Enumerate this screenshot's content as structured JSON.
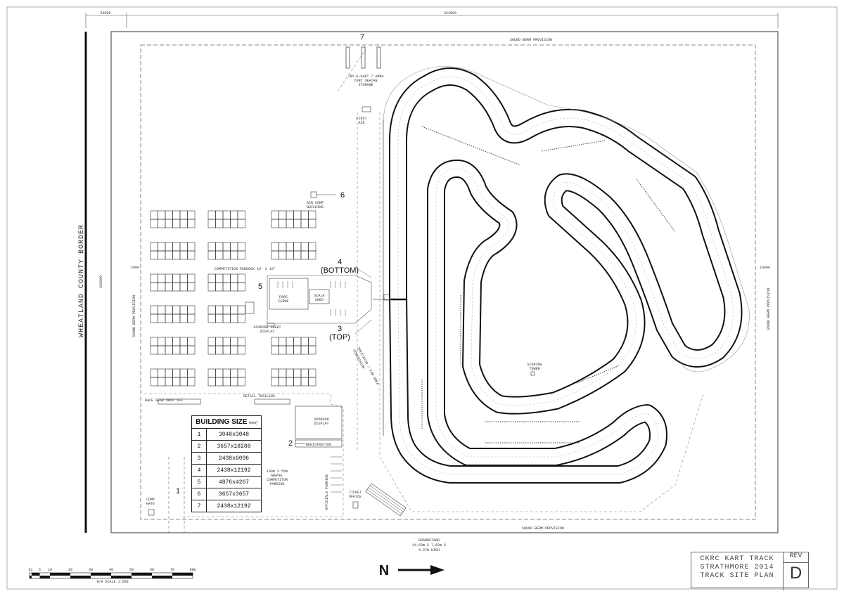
{
  "dimensions": {
    "top_left": "20000",
    "top_main": "324000",
    "left_height": "250000",
    "left_gap": "2000",
    "right_gap": "10000"
  },
  "border_labels": {
    "county_border": "WHEATLAND COUNTY BORDER",
    "sound_berm_top": "SOUND BERM PROVISION",
    "sound_berm_left": "SOUND BERM PROVISION",
    "sound_berm_right": "SOUND BERM PROVISION",
    "sound_berm_bottom": "SOUND BERM PROVISION"
  },
  "buildings": {
    "n1": "1",
    "n2": "2",
    "n3": "3",
    "n4": "4",
    "n5": "5",
    "n6": "6",
    "n7": "7",
    "top": "(TOP)",
    "bottom": "(BOTTOM)",
    "storage": "TRY-A-KART / AMRA\nCKRC SEACAN\nSTORAGE",
    "first_aid": "FIRST\nAID",
    "air_comp": "AIR COMP\nBUILDING",
    "parc_ferme": "PARC\nFERME",
    "scale_shed": "SCALE\nSHED",
    "scoring_sheet": "SCORING SHEET\nDISPLAY",
    "competition_paddock": "COMPETITION PADDOCK 10' X 10'",
    "retail_trailers": "RETAIL TRAILERS",
    "race_gear": "RACE GEAR DROP OFF",
    "sponsor": "SPONSOR\nDISPLAY",
    "registration": "REGISTRATION",
    "gravel_parking": "100m X 55m\nGRAVEL\nCOMPETITOR\nPARKING",
    "officials_parking": "OFFICIALS PARKING",
    "ticket_office": "TICKET\nOFFICE",
    "comp_gate": "COMP\nGATE",
    "grandstand": "GRANDSTAND\n14.63m X 7.62m X\n4.27m HIGH",
    "spectator_area": "SPECTATOR / FAN AREA\nCONCESSION",
    "scoring_tower": "SCORING\nTOWER"
  },
  "size_table": {
    "title": "BUILDING SIZE",
    "unit": "(mm)",
    "rows": [
      {
        "n": "1",
        "size": "3048x3048"
      },
      {
        "n": "2",
        "size": "3657x18288"
      },
      {
        "n": "3",
        "size": "2438x6096"
      },
      {
        "n": "4",
        "size": "2438x12192"
      },
      {
        "n": "5",
        "size": "4876x4267"
      },
      {
        "n": "6",
        "size": "3657x3657"
      },
      {
        "n": "7",
        "size": "2438x12192"
      }
    ]
  },
  "scale_bar": {
    "ticks": [
      "0",
      "1",
      "5",
      "10",
      "20",
      "30",
      "40",
      "50",
      "60",
      "70",
      "80m"
    ],
    "caption": "B/A SCALE 1:500"
  },
  "north": {
    "label": "N"
  },
  "title_block": {
    "line1": "CKRC KART TRACK",
    "line2": "STRATHMORE 2014",
    "line3": "TRACK SITE PLAN",
    "rev_label": "REV",
    "rev_value": "D"
  },
  "colors": {
    "line": "#222222",
    "light_line": "#888888",
    "paper": "#ffffff"
  }
}
